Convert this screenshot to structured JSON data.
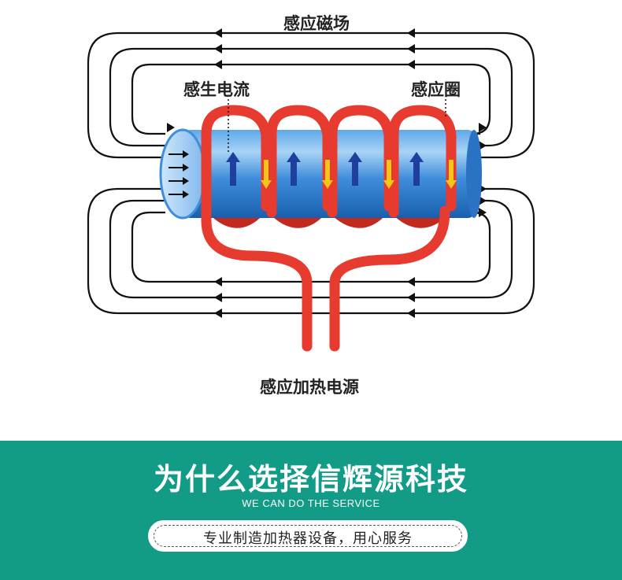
{
  "diagram": {
    "labels": {
      "magnetic_field": "感应磁场",
      "induced_current": "感生电流",
      "induction_coil": "感应圈",
      "power_source": "感应加热电源"
    },
    "colors": {
      "field_line": "#111111",
      "coil": "#e63b2e",
      "pipe_light": "#a8d4f5",
      "pipe_dark": "#1f6fc5",
      "current_arrow": "#1f3f9e",
      "coil_arrow": "#f5c518"
    },
    "icons": [
      "up-arrow-icon",
      "down-arrow-icon",
      "left-arrow-icon",
      "right-arrow-icon"
    ]
  },
  "banner": {
    "title": "为什么选择信辉源科技",
    "subtitle": "WE CAN DO THE SERVICE",
    "tagline": "专业制造加热器设备，用心服务",
    "background_color": "#129c87"
  }
}
